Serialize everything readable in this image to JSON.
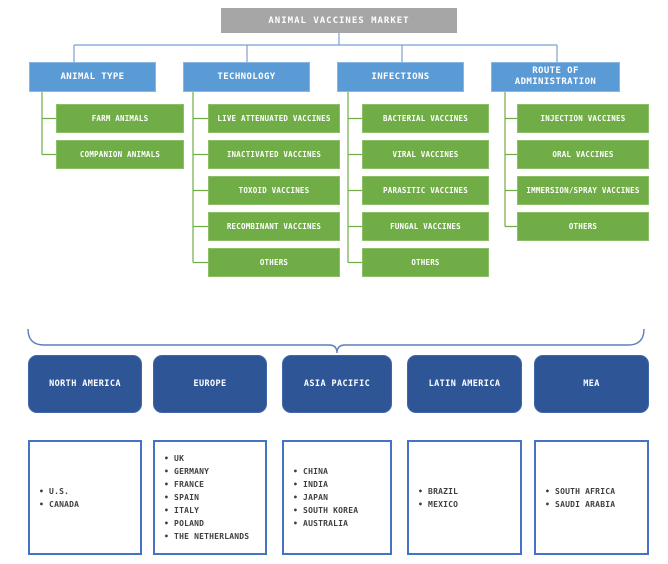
{
  "colors": {
    "gray": "#A6A6A6",
    "blue": "#5B9BD5",
    "green": "#70AD47",
    "navy": "#2E5697",
    "border": "#4472C4",
    "lineblue": "#7AA0D4",
    "linegreen": "#70AD47",
    "brace": "#5C7FBF",
    "textdark": "#3F3F3F"
  },
  "tree": {
    "root": "ANIMAL VACCINES MARKET",
    "categories": [
      {
        "label": "ANIMAL TYPE",
        "items": [
          "FARM ANIMALS",
          "COMPANION ANIMALS"
        ]
      },
      {
        "label": "TECHNOLOGY",
        "items": [
          "LIVE ATTENUATED VACCINES",
          "INACTIVATED VACCINES",
          "TOXOID VACCINES",
          "RECOMBINANT VACCINES",
          "OTHERS"
        ]
      },
      {
        "label": "INFECTIONS",
        "items": [
          "BACTERIAL VACCINES",
          "VIRAL VACCINES",
          "PARASITIC VACCINES",
          "FUNGAL VACCINES",
          "OTHERS"
        ]
      },
      {
        "label": "ROUTE OF ADMINISTRATION",
        "items": [
          "INJECTION VACCINES",
          "ORAL VACCINES",
          "IMMERSION/SPRAY VACCINES",
          "OTHERS"
        ]
      }
    ]
  },
  "regions": [
    {
      "label": "NORTH AMERICA",
      "countries": [
        "U.S.",
        "CANADA"
      ]
    },
    {
      "label": "EUROPE",
      "countries": [
        "UK",
        "GERMANY",
        "FRANCE",
        "SPAIN",
        "ITALY",
        "POLAND",
        "THE NETHERLANDS"
      ]
    },
    {
      "label": "ASIA PACIFIC",
      "countries": [
        "CHINA",
        "INDIA",
        "JAPAN",
        "SOUTH KOREA",
        "AUSTRALIA"
      ]
    },
    {
      "label": "LATIN AMERICA",
      "countries": [
        "BRAZIL",
        "MEXICO"
      ]
    },
    {
      "label": "MEA",
      "countries": [
        "SOUTH AFRICA",
        "SAUDI ARABIA"
      ]
    }
  ]
}
